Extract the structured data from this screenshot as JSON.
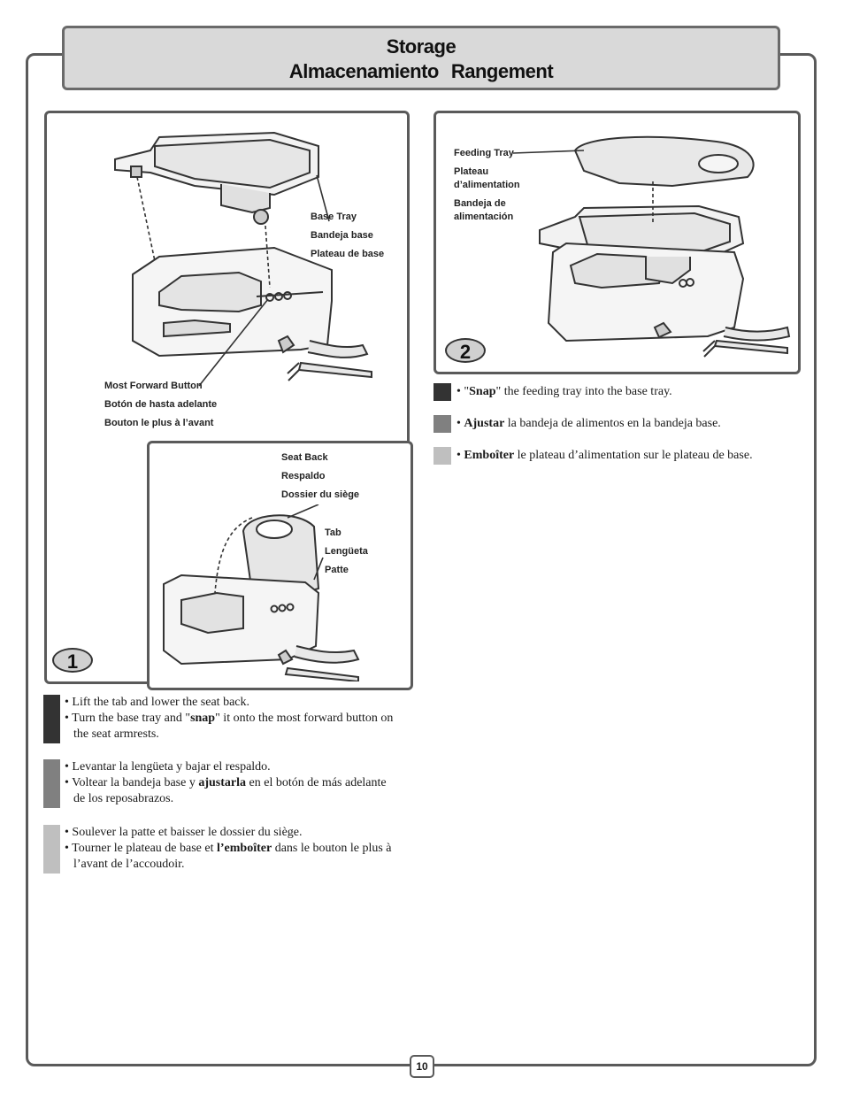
{
  "title": {
    "line1": "Storage",
    "line2_part1": "Almacenamiento",
    "line2_part2": "Rangement"
  },
  "step1": {
    "badge": "1",
    "labels": {
      "base_tray": [
        "Base Tray",
        "Bandeja base",
        "Plateau de base"
      ],
      "forward_button": [
        "Most Forward Button",
        "Botón de hasta adelante",
        "Bouton le plus à l’avant"
      ],
      "seat_back": [
        "Seat Back",
        "Respaldo",
        "Dossier du siège"
      ],
      "tab": [
        "Tab",
        "Lengüeta",
        "Patte"
      ]
    },
    "instructions": {
      "en": {
        "b1": "Lift the tab and lower the seat back.",
        "b2_pre": "Turn the base tray and \"",
        "b2_bold": "snap",
        "b2_post": "\" it onto the most forward button on the seat armrests."
      },
      "es": {
        "b1": "Levantar la lengüeta y bajar el respaldo.",
        "b2_pre": "Voltear la bandeja base y ",
        "b2_bold": "ajustarla",
        "b2_post": " en el botón de más adelante de los reposabrazos."
      },
      "fr": {
        "b1": "Soulever la patte et baisser le dossier du siège.",
        "b2_pre": "Tourner le plateau de base et ",
        "b2_bold": "l’emboîter",
        "b2_post": " dans le bouton le plus à l’avant de l’accoudoir."
      }
    }
  },
  "step2": {
    "badge": "2",
    "labels": {
      "feeding_tray": [
        "Feeding Tray",
        "Plateau",
        "d’alimentation",
        "Bandeja de",
        "alimentación"
      ]
    },
    "instructions": {
      "en": {
        "pre": "\"",
        "bold": "Snap",
        "post": "\" the feeding tray into the base tray."
      },
      "es": {
        "bold": "Ajustar",
        "post": " la bandeja de alimentos en la bandeja base."
      },
      "fr": {
        "bold": "Emboîter",
        "post": " le plateau d’alimentation sur le plateau de base."
      }
    }
  },
  "colors": {
    "english": "#333333",
    "spanish": "#808080",
    "french": "#bfbfbf"
  },
  "page_number": "10"
}
